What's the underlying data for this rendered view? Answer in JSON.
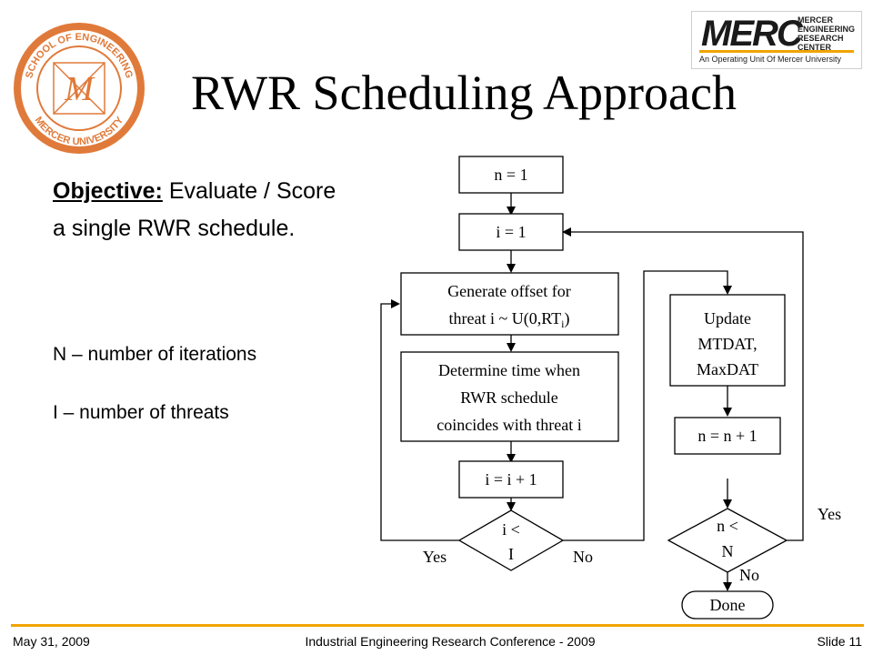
{
  "slide": {
    "title": "RWR Scheduling Approach",
    "objective_label": "Objective:",
    "objective_text": " Evaluate / Score a single RWR schedule.",
    "def_N": "N – number of iterations",
    "def_I": "I – number of threats"
  },
  "logo_left": {
    "ring_top": "SCHOOL OF ENGINEERING",
    "ring_bottom": "MERCER UNIVERSITY",
    "monogram": "M"
  },
  "logo_right": {
    "wordmark": "MERC",
    "line1": "MERCER",
    "line2": "ENGINEERING",
    "line3": "RESEARCH",
    "line4": "CENTER",
    "tagline": "An Operating Unit Of Mercer University"
  },
  "flow": {
    "n_init": "n = 1",
    "i_init": "i = 1",
    "gen_line1": "Generate offset for",
    "gen_line2_pre": "threat i ~ U(0,RT",
    "gen_sub": "i",
    "gen_line2_post": ")",
    "det_line1": "Determine time when",
    "det_line2": "RWR schedule",
    "det_line3": "coincides with threat i",
    "i_inc": "i =  i + 1",
    "dec_i_line1": "i <",
    "dec_i_line2": "I",
    "yes_left": "Yes",
    "no_left": "No",
    "upd_line1": "Update",
    "upd_line2": "MTDAT,",
    "upd_line3": "MaxDAT",
    "n_inc": "n =  n + 1",
    "dec_n_line1": "n <",
    "dec_n_line2": "N",
    "yes_right": "Yes",
    "no_right": "No",
    "done": "Done"
  },
  "footer": {
    "date": "May 31, 2009",
    "conference": "Industrial Engineering Research Conference - 2009",
    "slide": "Slide 11"
  },
  "colors": {
    "accent": "#f0a400",
    "logo_orange": "#e07a3a"
  }
}
